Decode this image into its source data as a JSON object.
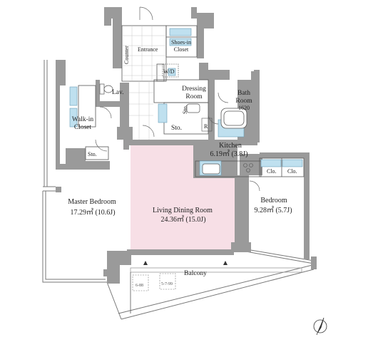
{
  "rooms": {
    "master_bedroom": {
      "name": "Master Bedroom",
      "area": "17.29㎡ (10.6J)"
    },
    "walk_in_closet": {
      "line1": "Walk-in",
      "line2": "Closet"
    },
    "lav": "Lav.",
    "sto_left": "Sto.",
    "counter": "Counter",
    "entrance": "Entrance",
    "shoes_in_closet": {
      "line1": "Shoes-in",
      "line2": "Closet"
    },
    "wd": "W/D",
    "dressing_room": {
      "line1": "Dressing",
      "line2": "Room"
    },
    "sto_vertical": "Sto.",
    "sto_center": "Sto.",
    "r_label": "R",
    "bath_room": {
      "line1": "Bath",
      "line2": "Room",
      "size": "1620"
    },
    "kitchen": {
      "name": "Kitchen",
      "area": "6.19㎡ (3.8J)"
    },
    "living_dining": {
      "name": "Living Dining Room",
      "area": "24.36㎡ (15.0J)"
    },
    "bedroom": {
      "name": "Bedroom",
      "area": "9.28㎡ (5.7J)"
    },
    "clo_1": "Clo.",
    "clo_2": "Clo.",
    "balcony": "Balcony",
    "outdoor_unit_1": "6-88",
    "outdoor_unit_2": "5-7-99"
  },
  "colors": {
    "wall": "#9a9a9a",
    "floor_highlight": "#f7dfe6",
    "fixture_blue": "#bfe0ef"
  },
  "icons": [
    "north-arrow-icon",
    "door-swing-icon",
    "sink-icon",
    "stove-icon",
    "bathtub-icon",
    "toilet-icon"
  ]
}
